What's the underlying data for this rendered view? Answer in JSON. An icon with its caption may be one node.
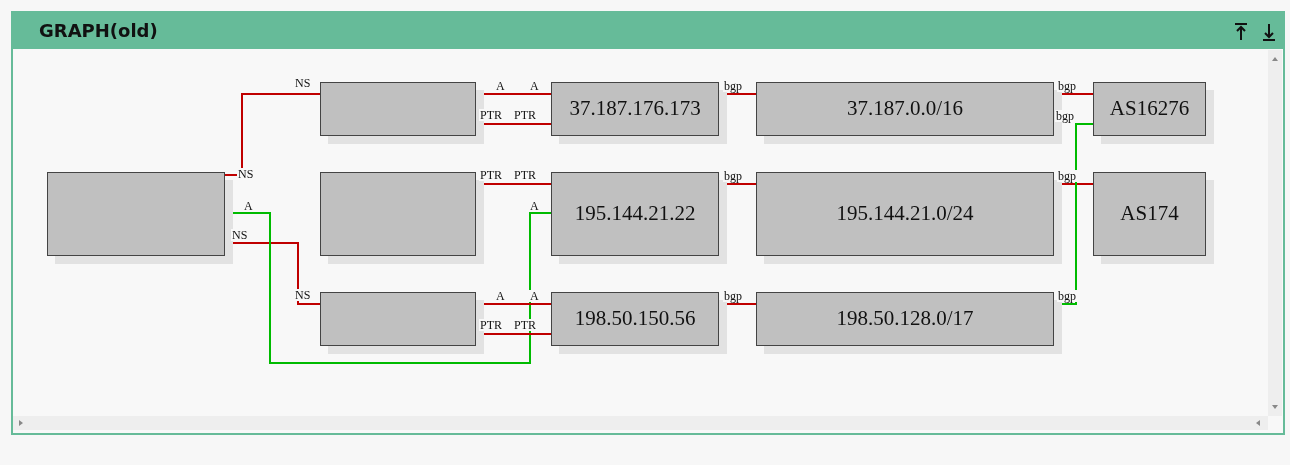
{
  "diagram": {
    "title": "GRAPH(old)",
    "nodes": [
      {
        "text": [],
        "shape": "box"
      },
      {
        "text": [],
        "shape": "box"
      },
      {
        "text": [],
        "shape": "box"
      },
      {
        "text": [],
        "shape": "box"
      },
      {
        "text": [
          "37.187.176.173"
        ]
      },
      {
        "text": [
          "195.144.21.22"
        ]
      },
      {
        "text": [
          "198.50.150.56"
        ]
      },
      {
        "text": [
          "37.187.0.0/16"
        ]
      },
      {
        "text": [
          "195.144.21.0/24"
        ]
      },
      {
        "text": [
          "198.50.128.0/17"
        ]
      },
      {
        "text": [
          "AS16276"
        ]
      },
      {
        "text": [
          "AS174"
        ]
      }
    ],
    "edges": [
      {
        "from": 0,
        "to": 1,
        "arrow": "none",
        "label": "NS"
      },
      {
        "from": 0,
        "to": 3,
        "arrow": "none",
        "label": "NS"
      },
      {
        "from": 0,
        "to": 5,
        "arrow": "none",
        "label": "A",
        "color": "#00bb00"
      },
      {
        "from": 1,
        "to": 4,
        "arrow": "none",
        "label": "A"
      },
      {
        "from": 1,
        "to": 4,
        "arrow": "none",
        "label": "PTR"
      },
      {
        "from": 2,
        "to": 5,
        "arrow": "none",
        "label": "PTR"
      },
      {
        "from": 3,
        "to": 6,
        "arrow": "none",
        "label": "A"
      },
      {
        "from": 3,
        "to": 6,
        "arrow": "none",
        "label": "PTR"
      },
      {
        "from": 4,
        "to": 7,
        "arrow": "none",
        "label": "bgp"
      },
      {
        "from": 5,
        "to": 8,
        "arrow": "none",
        "label": "bgp"
      },
      {
        "from": 6,
        "to": 9,
        "arrow": "none",
        "label": "bgp"
      },
      {
        "from": 7,
        "to": 10,
        "arrow": "none",
        "label": "bgp"
      },
      {
        "from": 8,
        "to": 11,
        "arrow": "none",
        "label": "bgp"
      },
      {
        "from": 9,
        "to": 10,
        "arrow": "none",
        "label": "bgp",
        "color": "#00bb00"
      }
    ],
    "labels": [
      "NS",
      "NS",
      "A",
      "A",
      "PTR",
      "PTR",
      "A",
      "PTR",
      "bgp"
    ]
  }
}
